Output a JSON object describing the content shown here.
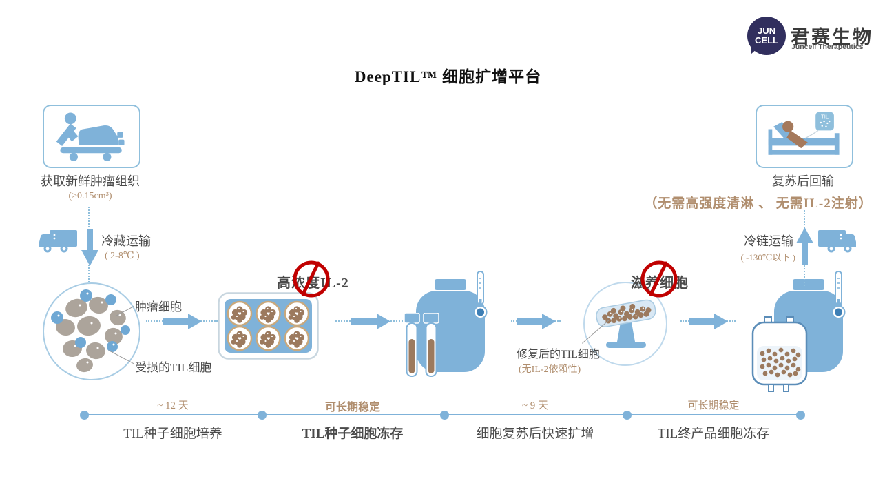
{
  "logo": {
    "badge_top": "JUN",
    "badge_bottom": "CELL",
    "name_cn": "君赛生物",
    "name_en": "Juncell Therapeutics"
  },
  "title": "DeepTIL™ 细胞扩增平台",
  "steps": {
    "acquire": {
      "label": "获取新鲜肿瘤组织",
      "sub": "(>0.15cm³)"
    },
    "cold_transport": {
      "label": "冷藏运输",
      "sub": "( 2-8℃ )"
    },
    "tissue": {
      "tumor_label": "肿瘤细胞",
      "til_label": "受损的TIL细胞"
    },
    "culture": {
      "banned": "高浓度IL-2"
    },
    "expansion": {
      "banned": "滋养细胞",
      "repaired_label": "修复后的TIL细胞",
      "repaired_sub": "(无IL-2依赖性)"
    },
    "reinfusion": {
      "label": "复苏后回输",
      "sub": "（无需高强度清淋 、 无需IL-2注射）",
      "iv_bag": "TIL"
    },
    "chain_transport": {
      "label": "冷链运输",
      "sub": "( -130℃以下 )"
    }
  },
  "timeline": {
    "segments": [
      {
        "top": "~ 12 天",
        "bottom": "TIL种子细胞培养"
      },
      {
        "top": "可长期稳定",
        "bottom": "TIL种子细胞冻存"
      },
      {
        "top": "~ 9 天",
        "bottom": "细胞复苏后快速扩增"
      },
      {
        "top": "可长期稳定",
        "bottom": "TIL终产品细胞冻存"
      }
    ]
  },
  "colors": {
    "blue": "#7FB2D9",
    "border_blue": "#8FBFDC",
    "tan": "#B08E6E",
    "dark": "#4A4A4A",
    "red": "#C00000",
    "navy": "#312F5E",
    "cell_brown": "#9C7A5E",
    "cell_gray": "#ACA49B"
  }
}
